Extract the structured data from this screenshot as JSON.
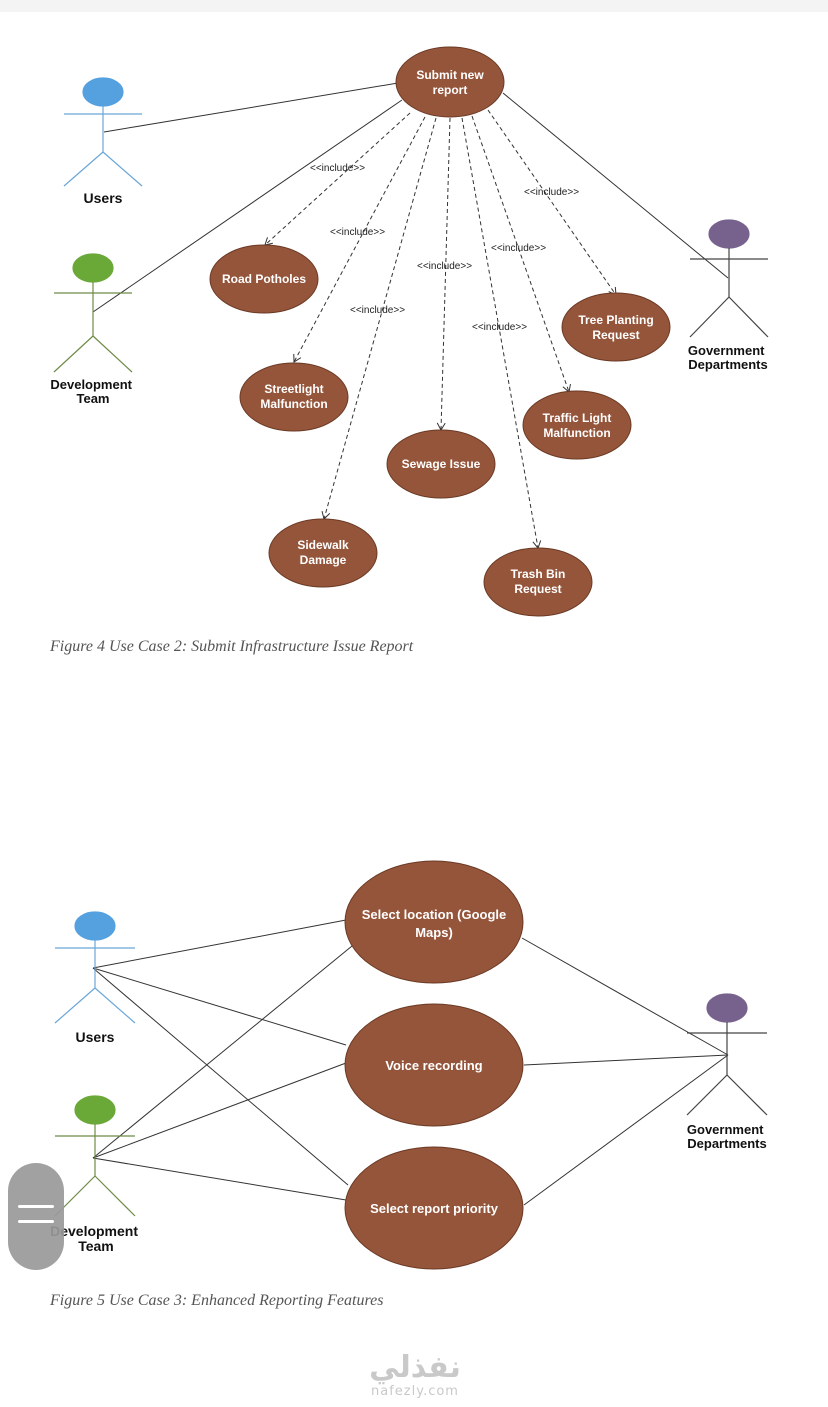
{
  "colors": {
    "usecase_fill": "#95553a",
    "users_head": "#55a1df",
    "users_body": "#6aa6d8",
    "dev_head": "#6aa838",
    "dev_body": "#6f8b47",
    "gov_head": "#77628d",
    "gov_body": "#444444",
    "caption": "#555555"
  },
  "figure4": {
    "caption": "Figure 4 Use Case 2: Submit Infrastructure Issue Report",
    "actors": {
      "users": {
        "label": "Users"
      },
      "dev": {
        "line1": "Development",
        "line2": "Team"
      },
      "gov": {
        "line1": "Government",
        "line2": "Departments"
      }
    },
    "main_usecase": {
      "line1": "Submit new",
      "line2": "report"
    },
    "include_label": "<<include>>",
    "usecases": {
      "road_potholes": "Road Potholes",
      "streetlight": {
        "line1": "Streetlight",
        "line2": "Malfunction"
      },
      "sidewalk": {
        "line1": "Sidewalk",
        "line2": "Damage"
      },
      "sewage": "Sewage Issue",
      "trash_bin": {
        "line1": "Trash Bin",
        "line2": "Request"
      },
      "traffic_light": {
        "line1": "Traffic Light",
        "line2": "Malfunction"
      },
      "tree_planting": {
        "line1": "Tree Planting",
        "line2": "Request"
      }
    }
  },
  "figure5": {
    "caption": "Figure 5 Use Case 3: Enhanced Reporting Features",
    "actors": {
      "users": {
        "label": "Users"
      },
      "dev": {
        "line1": "Development",
        "line2": "Team"
      },
      "gov": {
        "line1": "Government",
        "line2": "Departments"
      }
    },
    "usecases": {
      "select_location": {
        "line1": "Select location (Google",
        "line2": "Maps)"
      },
      "voice_recording": "Voice recording",
      "report_priority": "Select report priority"
    }
  },
  "watermark": {
    "arabic": "نفذلي",
    "latin": "nafezly.com"
  },
  "menu_button": {
    "icon": "hamburger-menu-icon"
  }
}
